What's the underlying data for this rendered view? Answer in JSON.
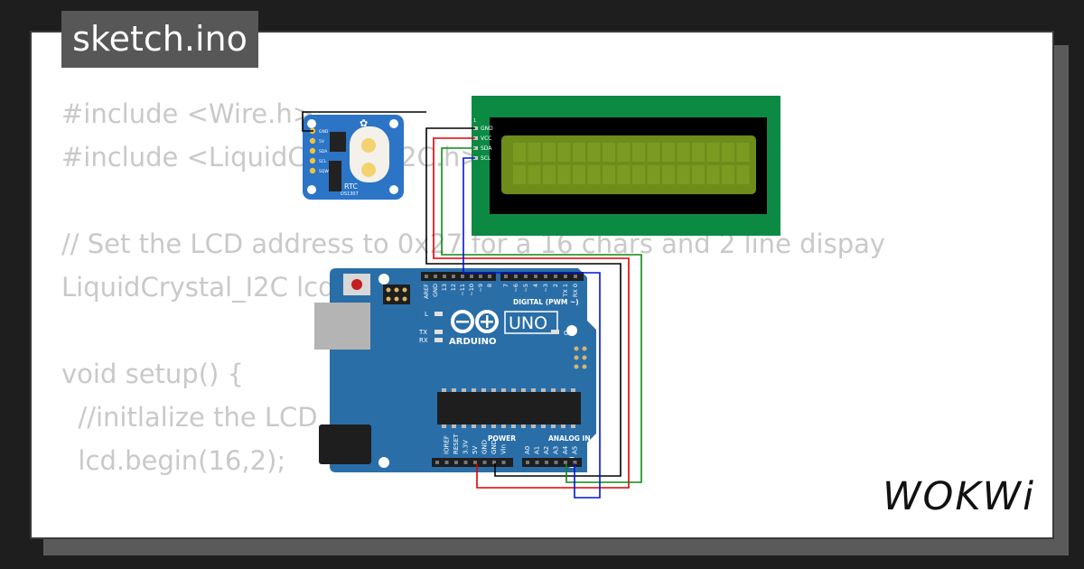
{
  "title": "sketch.ino",
  "code_lines": [
    "#include <Wire.h>",
    "#include <LiquidCrystal_I2C.h>",
    "",
    "// Set the LCD address to 0x27 for a 16 chars and 2 line dispay",
    "LiquidCrystal_I2C lcd(0x27, 16, 2);",
    "",
    "void setup() {",
    "  //initlalize the LCD",
    "  lcd.begin(16,2);"
  ],
  "rtc": {
    "label": "RTC",
    "chip": "DS1307",
    "pins": [
      "GND",
      "5V",
      "SDA",
      "SCL",
      "SQW"
    ]
  },
  "lcd": {
    "pin1": "1",
    "pins": [
      "GND",
      "VCC",
      "SDA",
      "SCL"
    ]
  },
  "arduino": {
    "logo_text": "ARDUINO",
    "model": "UNO",
    "digital_label": "DIGITAL (PWM ~)",
    "digital_pins": [
      "AREF",
      "GND",
      "13",
      "12",
      "~11",
      "~10",
      "~9",
      "8",
      "7",
      "~6",
      "~5",
      "4",
      "~3",
      "2",
      "TX 1",
      "RX 0"
    ],
    "led_l": "L",
    "led_tx": "TX",
    "led_rx": "RX",
    "on_label": "ON",
    "power_label": "POWER",
    "analog_label": "ANALOG IN",
    "power_pins": [
      "IOREF",
      "RESET",
      "3.3V",
      "5V",
      "GND",
      "GND",
      "Vin"
    ],
    "analog_pins": [
      "A0",
      "A1",
      "A2",
      "A3",
      "A4",
      "A5"
    ]
  },
  "brand": "WOKWi",
  "colors": {
    "board": "#2a6ea8",
    "lcd_pcb": "#0c8a44",
    "lcd_screen": "#6d8c19",
    "rtc_board": "#2b74c6",
    "wire_gnd": "#000000",
    "wire_vcc": "#e00000",
    "wire_sda": "#0a8a14",
    "wire_scl": "#0016d8"
  }
}
